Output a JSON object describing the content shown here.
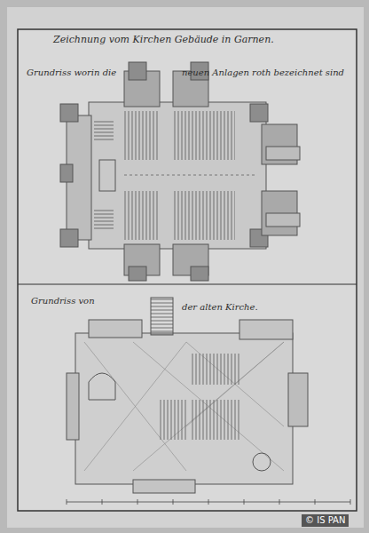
{
  "diagram": {
    "title": "Zeichnung vom Kirchen Gebäude in Garnen.",
    "labels": [
      "Grundriss worin die",
      "neuen Anlagen roth bezeichnet sind",
      "Grundriss von",
      "der alten Kirche.",
      "© IS PAN"
    ]
  }
}
